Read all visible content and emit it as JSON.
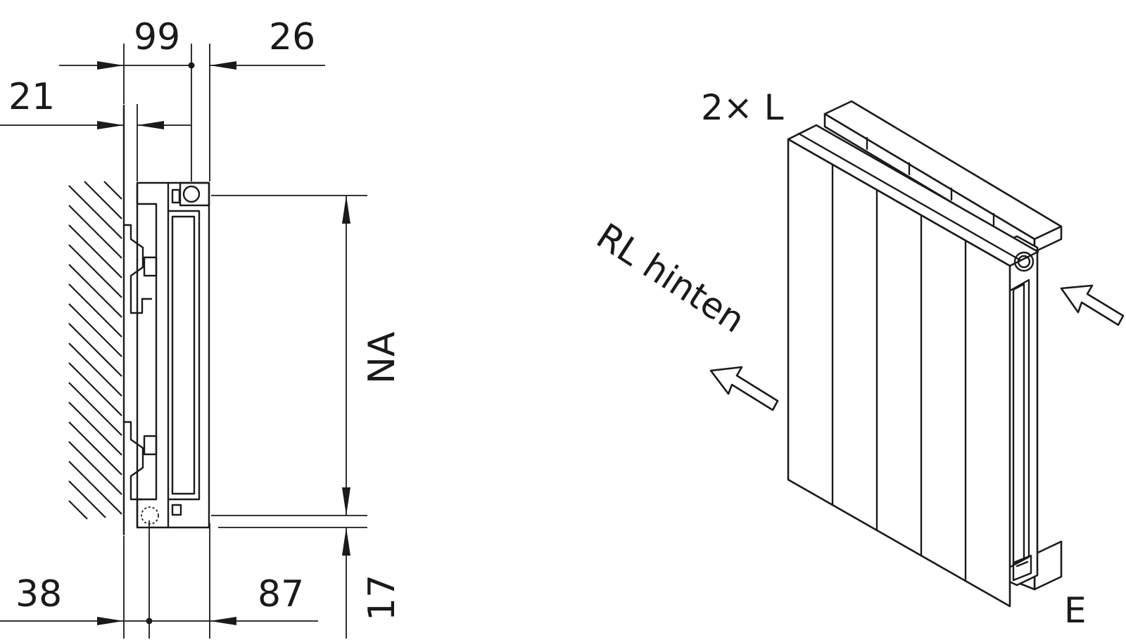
{
  "side_view": {
    "dim_top_width": "99",
    "dim_top_right": "26",
    "dim_top_left": "21",
    "dim_bottom_left": "38",
    "dim_bottom_right": "87",
    "dim_height": "NA",
    "dim_bottom_offset": "17"
  },
  "iso_view": {
    "label_sections": "2× L",
    "label_return": "RL hinten",
    "label_supply": "E"
  }
}
